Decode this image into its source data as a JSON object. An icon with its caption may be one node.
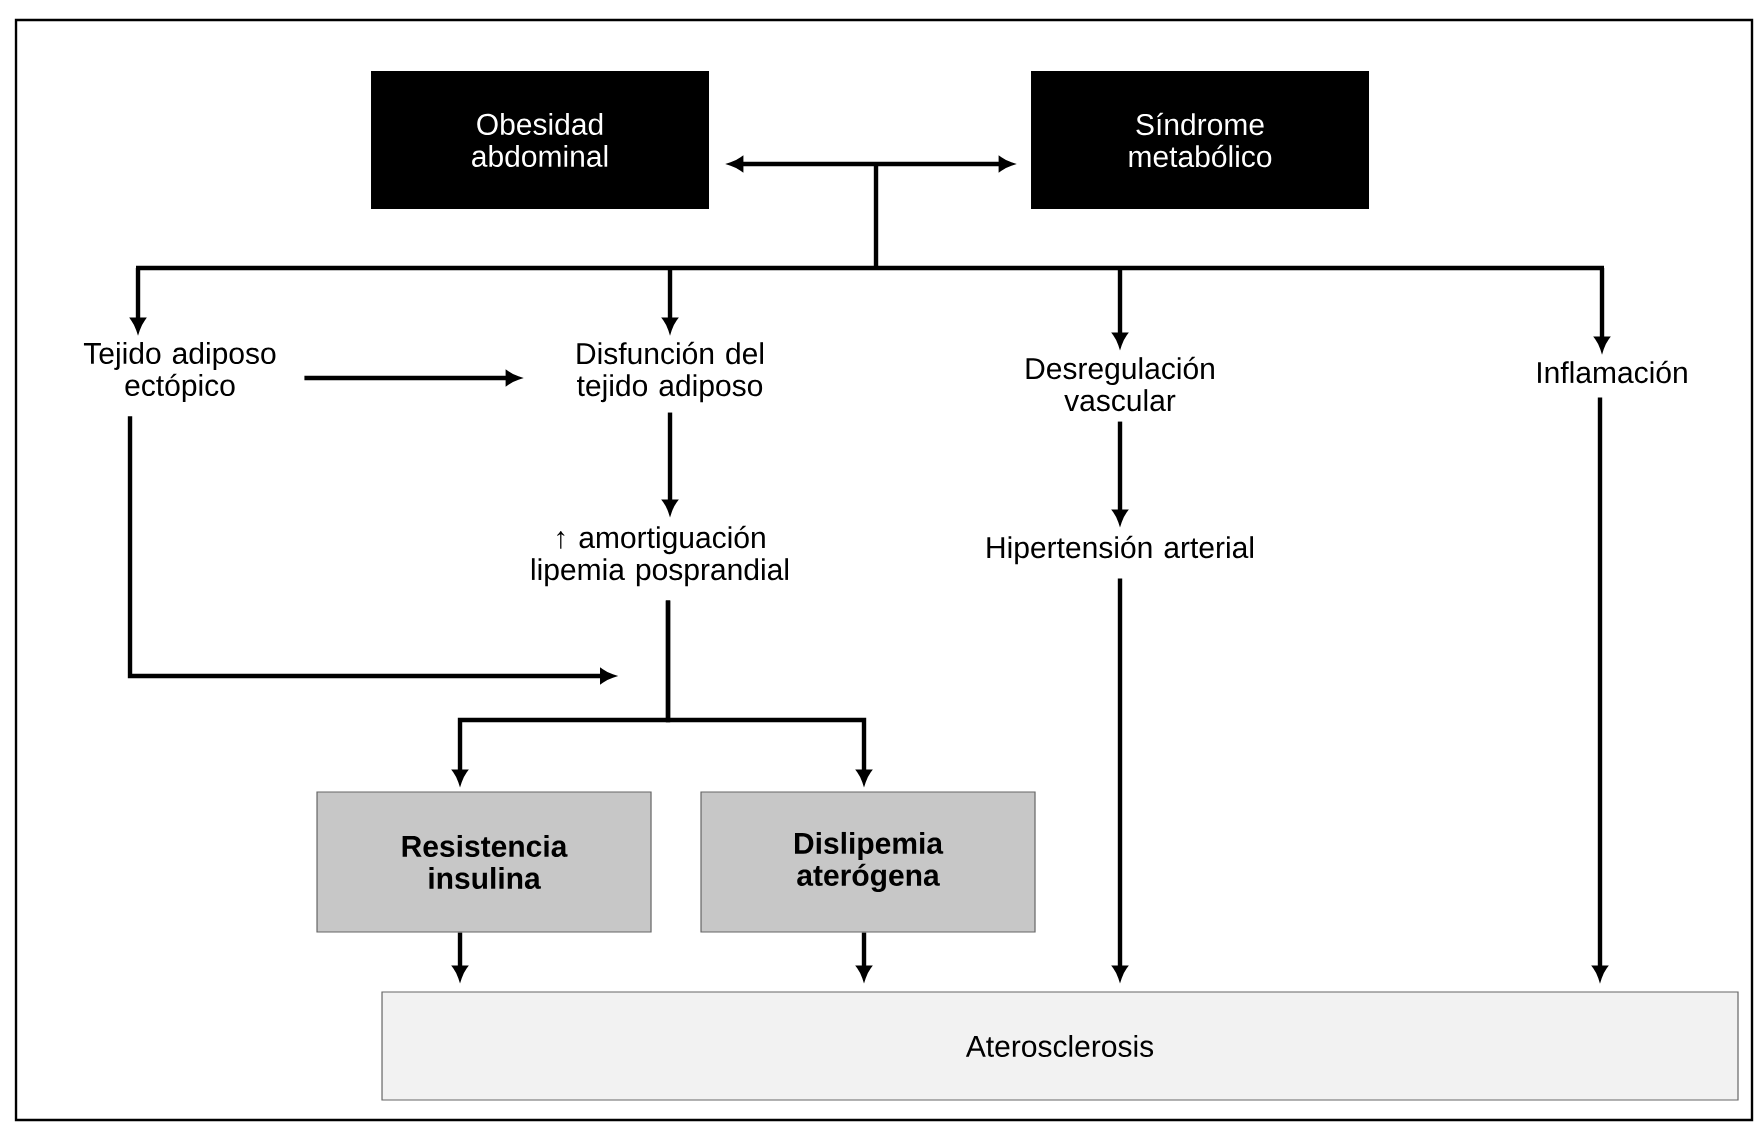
{
  "diagram": {
    "nodes": [
      {
        "text": [
          "Obesidad abdominal"
        ]
      },
      {
        "text": [
          "Síndrome metabólico"
        ]
      },
      {
        "text": [
          "Tejido adiposo ectópico"
        ]
      },
      {
        "text": [
          "Disfunción del tejido adiposo"
        ]
      },
      {
        "text": [
          "Desregulación vascular"
        ]
      },
      {
        "text": [
          "Inflamación"
        ]
      },
      {
        "text": [
          "↑ amortiguación lipemia posprandial"
        ]
      },
      {
        "text": [
          "Hipertensión arterial"
        ]
      },
      {
        "text": [
          "Resistencia insulina"
        ]
      },
      {
        "text": [
          "Dislipemia aterógena"
        ]
      },
      {
        "text": [
          "Aterosclerosis"
        ]
      }
    ],
    "edges": [
      {
        "from": 0,
        "to": 1,
        "arrow": "both"
      },
      {
        "from": null,
        "to": 2,
        "arrow": "to"
      },
      {
        "from": null,
        "to": 3,
        "arrow": "to"
      },
      {
        "from": null,
        "to": 4,
        "arrow": "to"
      },
      {
        "from": null,
        "to": 5,
        "arrow": "to"
      },
      {
        "from": 2,
        "to": 3,
        "arrow": "to"
      },
      {
        "from": 3,
        "to": 6,
        "arrow": "to"
      },
      {
        "from": 2,
        "to": null,
        "arrow": "to"
      },
      {
        "from": 6,
        "to": 8,
        "arrow": "to"
      },
      {
        "from": 6,
        "to": 9,
        "arrow": "to"
      },
      {
        "from": 4,
        "to": 7,
        "arrow": "to"
      },
      {
        "from": 7,
        "to": 10,
        "arrow": "to"
      },
      {
        "from": 5,
        "to": 10,
        "arrow": "to"
      },
      {
        "from": 8,
        "to": 10,
        "arrow": "to"
      },
      {
        "from": 9,
        "to": 10,
        "arrow": "to"
      }
    ]
  }
}
